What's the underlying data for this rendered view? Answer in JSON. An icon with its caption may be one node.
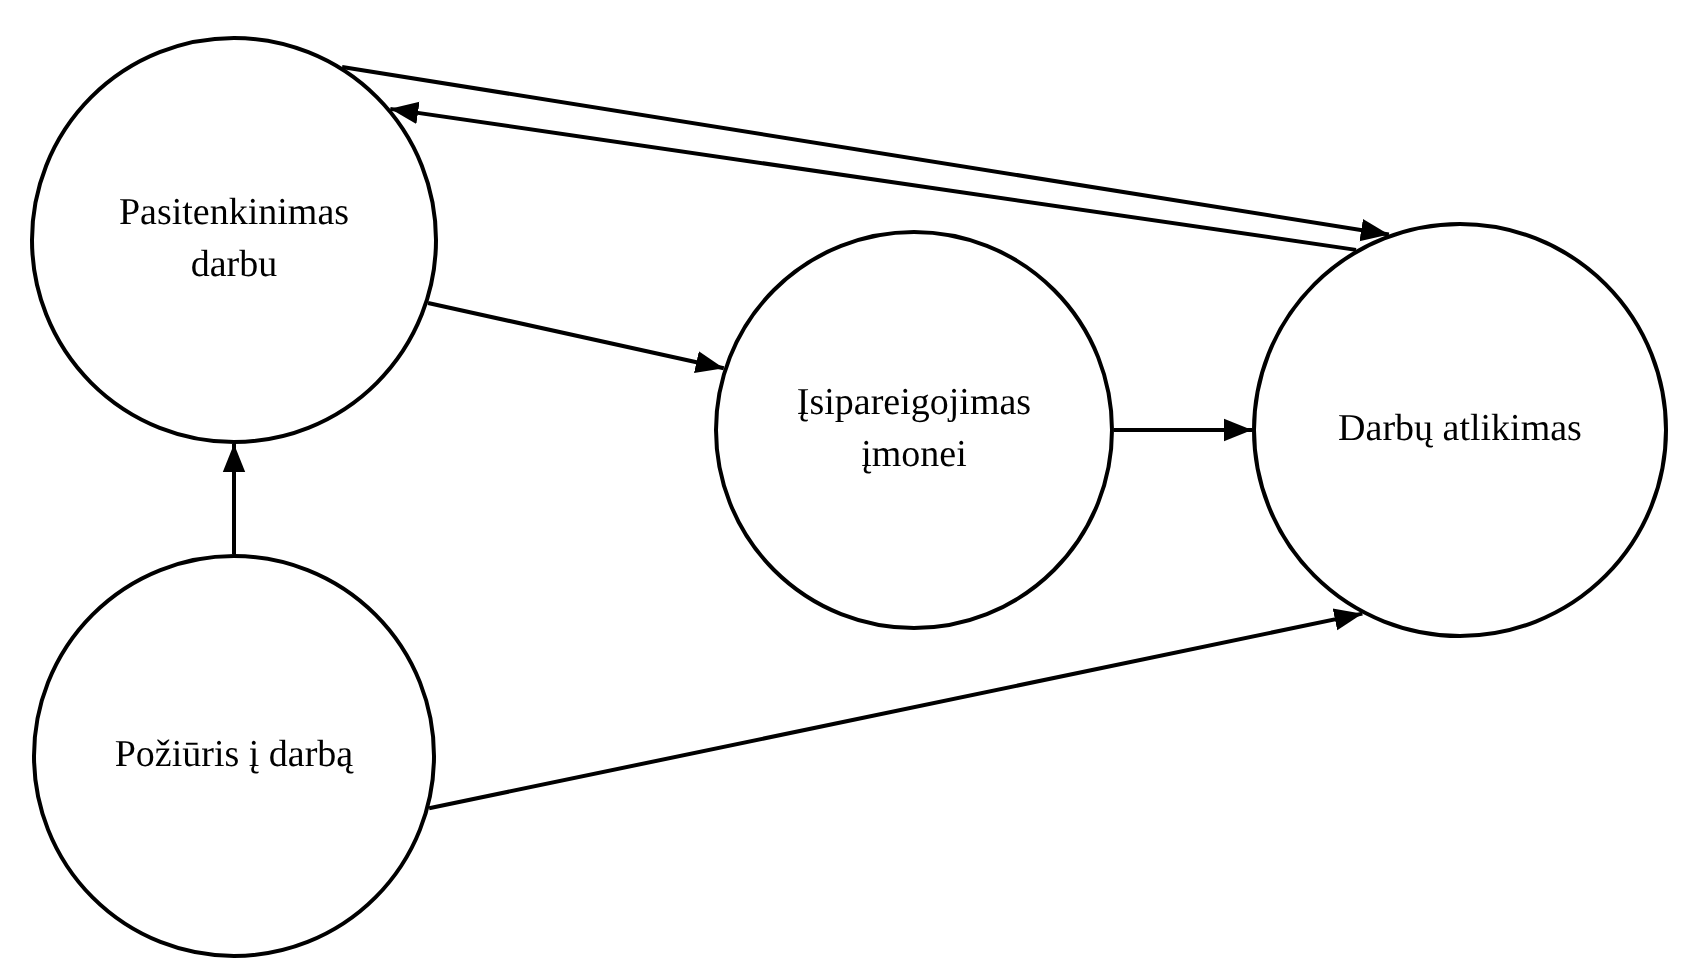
{
  "diagram": {
    "nodes": [
      {
        "text": [
          "Pasitenkinimas darbu"
        ]
      },
      {
        "text": [
          "Įsipareigojimas įmonei"
        ]
      },
      {
        "text": [
          "Darbų atlikimas"
        ]
      },
      {
        "text": [
          "Požiūris į darbą"
        ]
      }
    ],
    "edges": [
      {
        "from": 0,
        "to": 2,
        "arrow": "to"
      },
      {
        "from": 2,
        "to": 0,
        "arrow": "to"
      },
      {
        "from": 0,
        "to": 1,
        "arrow": "to"
      },
      {
        "from": 1,
        "to": 2,
        "arrow": "to"
      },
      {
        "from": 3,
        "to": 0,
        "arrow": "to"
      },
      {
        "from": 3,
        "to": 2,
        "arrow": "to"
      }
    ]
  }
}
